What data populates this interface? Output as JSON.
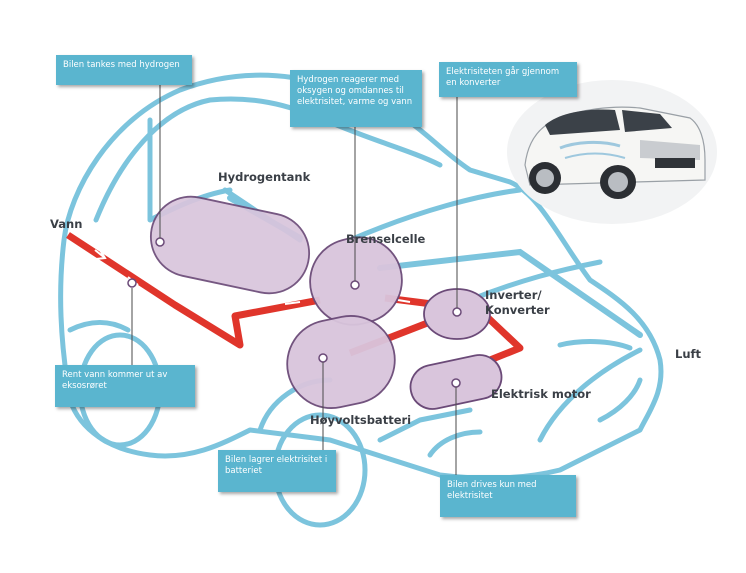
{
  "callouts": {
    "fuel": "Bilen tankes med hydrogen",
    "reaction": "Hydrogen reagerer med oksygen og omdannes til elektrisitet, varme og vann",
    "converter": "Elektrisiteten går gjennom en konverter",
    "exhaust": "Rent vann kommer ut av eksosrøret",
    "battery": "Bilen lagrer elektrisitet i batteriet",
    "drive": "Bilen drives kun med elektrisitet"
  },
  "labels": {
    "hydrogen_tank": "Hydrogentank",
    "fuel_cell": "Brenselcelle",
    "inverter_line1": "Inverter/",
    "inverter_line2": "Konverter",
    "motor": "Elektrisk motor",
    "battery": "Høyvoltsbatteri",
    "water": "Vann",
    "air": "Luft"
  },
  "colors": {
    "outline": "#7cc4dd",
    "callout": "#5ab5cf",
    "component_fill": "#d9c5dc",
    "component_stroke": "#6b4a78",
    "flow": "#e0352b",
    "air_flow": "#7cc4dd"
  }
}
